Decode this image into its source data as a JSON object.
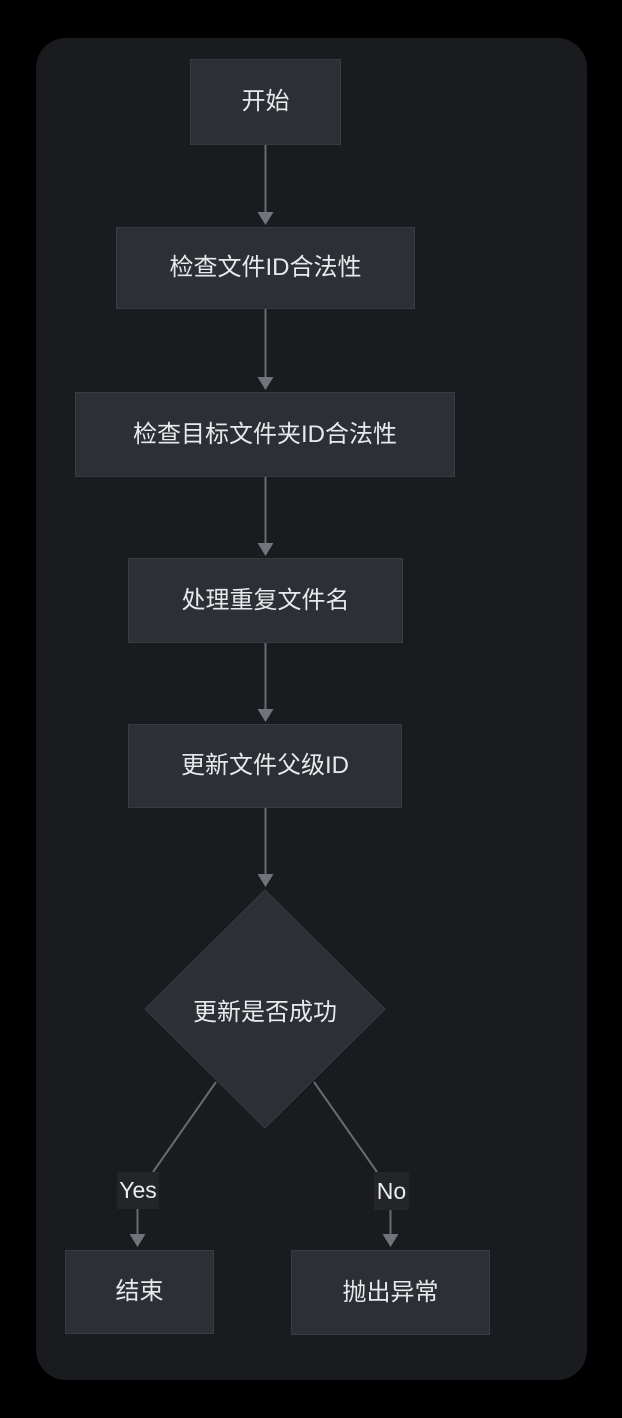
{
  "colors": {
    "canvas_bg": "#000000",
    "panel_bg": "#1a1b1f",
    "node_fill": "#2c2f35",
    "node_border": "#383b41",
    "node_text": "#e8e9ea",
    "edge_line": "#666b73",
    "arrowhead": "#70757d",
    "edge_label_bg": "#232529",
    "edge_label_text": "#eceded"
  },
  "flowchart": {
    "nodes": [
      {
        "id": "start",
        "shape": "rect",
        "label": "开始"
      },
      {
        "id": "check_file_id",
        "shape": "rect",
        "label": "检查文件ID合法性"
      },
      {
        "id": "check_target_folder_id",
        "shape": "rect",
        "label": "检查目标文件夹ID合法性"
      },
      {
        "id": "handle_duplicate_filename",
        "shape": "rect",
        "label": "处理重复文件名"
      },
      {
        "id": "update_file_parent_id",
        "shape": "rect",
        "label": "更新文件父级ID"
      },
      {
        "id": "update_success",
        "shape": "diamond",
        "label": "更新是否成功"
      },
      {
        "id": "end",
        "shape": "rect",
        "label": "结束"
      },
      {
        "id": "throw_exception",
        "shape": "rect",
        "label": "抛出异常"
      }
    ],
    "edges": [
      {
        "from": "start",
        "to": "check_file_id",
        "label": ""
      },
      {
        "from": "check_file_id",
        "to": "check_target_folder_id",
        "label": ""
      },
      {
        "from": "check_target_folder_id",
        "to": "handle_duplicate_filename",
        "label": ""
      },
      {
        "from": "handle_duplicate_filename",
        "to": "update_file_parent_id",
        "label": ""
      },
      {
        "from": "update_file_parent_id",
        "to": "update_success",
        "label": ""
      },
      {
        "from": "update_success",
        "to": "end",
        "label": "Yes"
      },
      {
        "from": "update_success",
        "to": "throw_exception",
        "label": "No"
      }
    ]
  }
}
